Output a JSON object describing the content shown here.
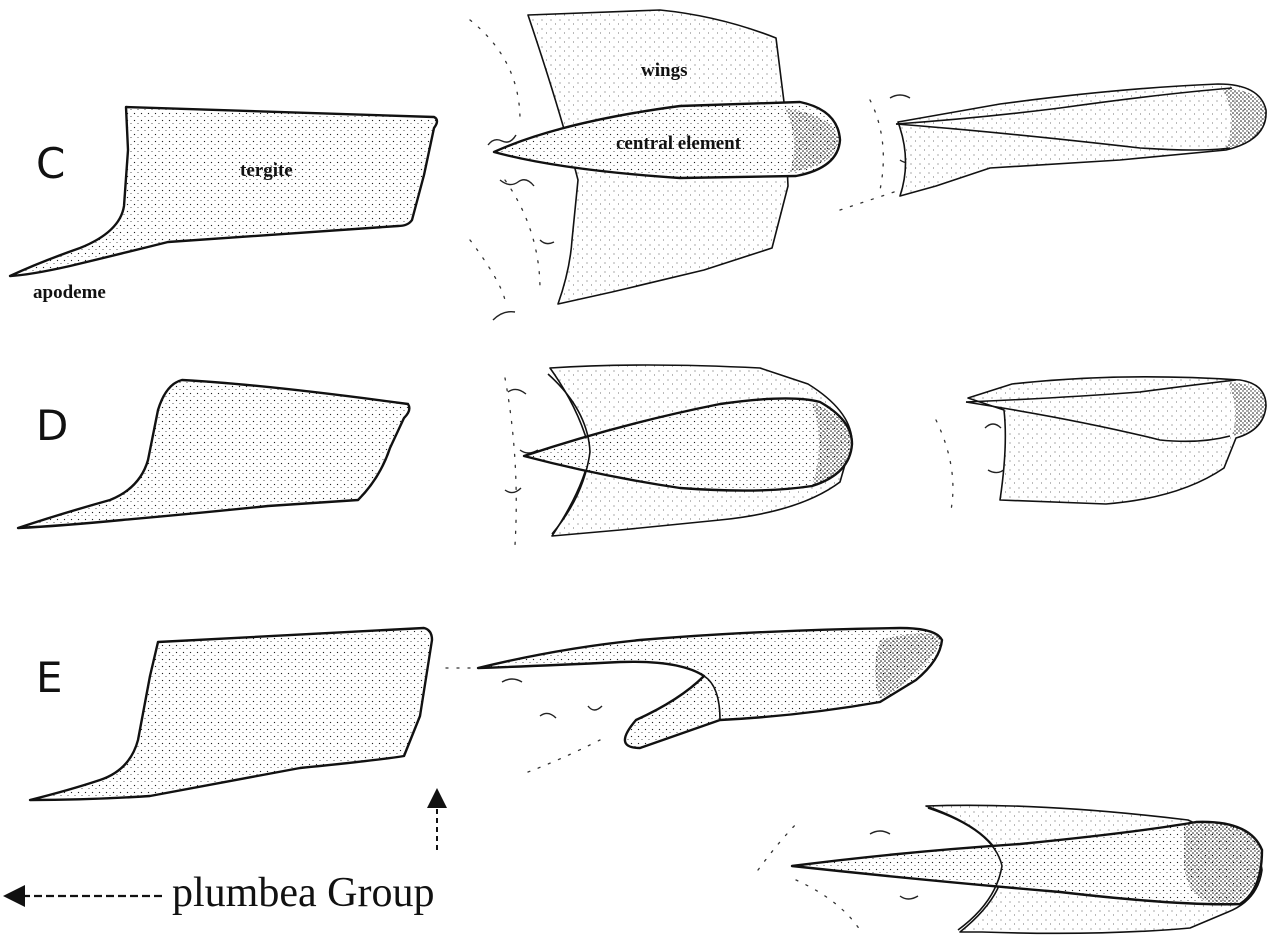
{
  "rows": [
    {
      "letter": "C",
      "labels": {
        "tergite": "tergite",
        "apodeme": "apodeme",
        "wings": "wings",
        "central_element": "central element"
      }
    },
    {
      "letter": "D"
    },
    {
      "letter": "E"
    }
  ],
  "caption": "plumbea Group",
  "icons": {
    "left_arrow": "dashed-left-arrow",
    "up_arrow": "dashed-up-arrow"
  }
}
